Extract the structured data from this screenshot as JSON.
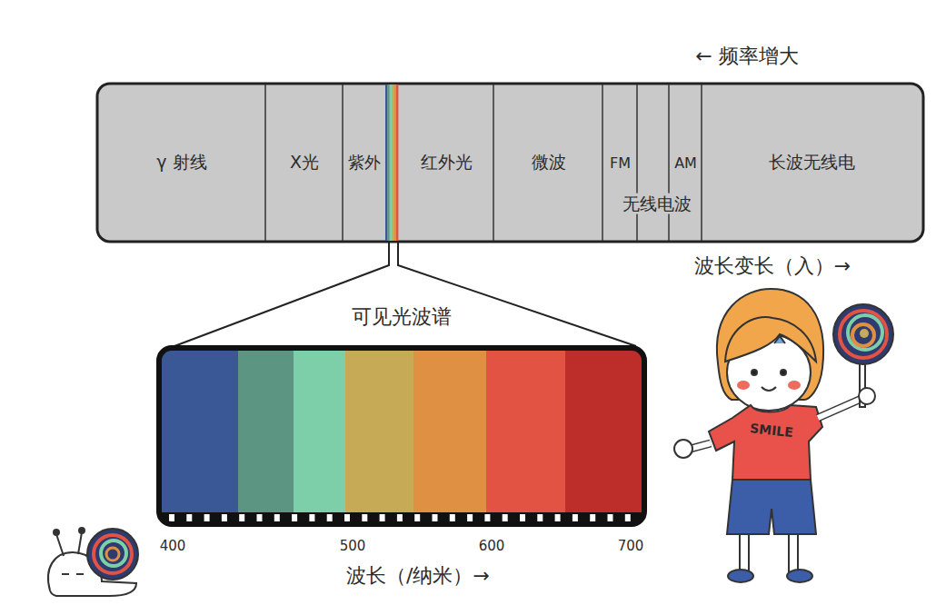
{
  "diagram": {
    "nodes": [
      {
        "text": [
          "γ 射线"
        ]
      },
      {
        "text": [
          "X光"
        ]
      },
      {
        "text": [
          "紫外"
        ]
      },
      {
        "text": [
          "红外光"
        ]
      },
      {
        "text": [
          "微波"
        ]
      },
      {
        "text": [
          "FM"
        ]
      },
      {
        "text": [
          "AM"
        ]
      },
      {
        "text": [
          "长波无线电"
        ]
      },
      {
        "text": [
          "可见光波谱"
        ]
      }
    ],
    "labels": [
      "← 频率增大",
      "无线电波",
      "波长变长（入）→",
      "400",
      "500",
      "600",
      "700",
      "波长（/纳米）→",
      "SMILE"
    ]
  }
}
